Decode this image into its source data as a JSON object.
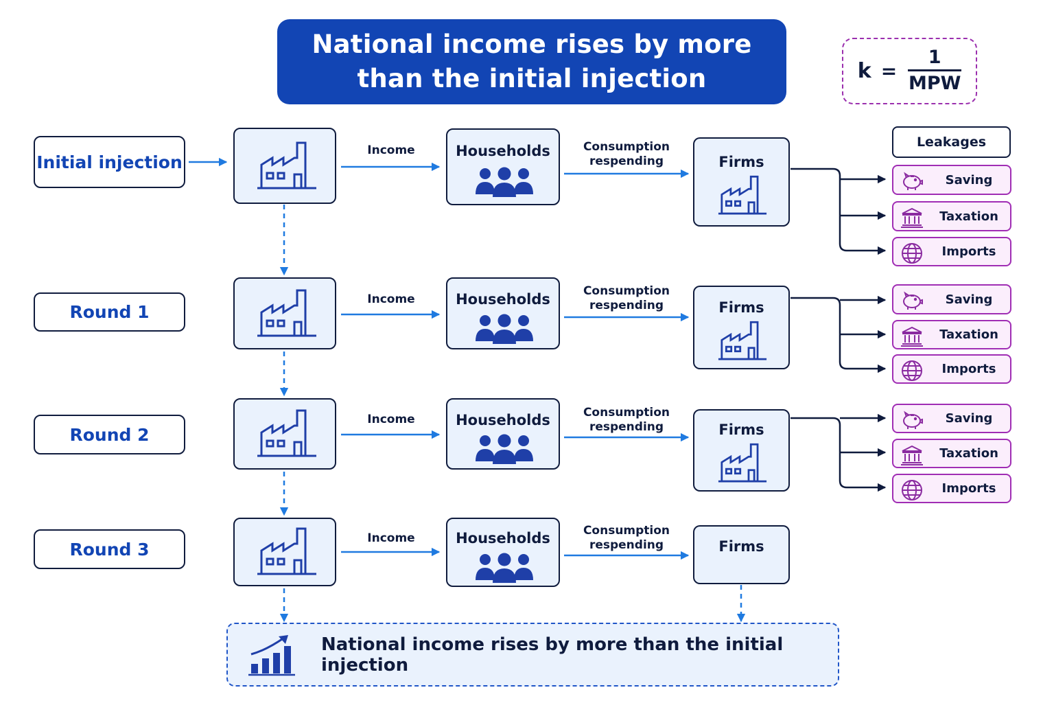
{
  "title": {
    "line1": "National income rises by more",
    "line2": "than the initial injection"
  },
  "formula": {
    "lhs": "k",
    "equals": "=",
    "numerator": "1",
    "denominator": "MPW"
  },
  "rows": [
    {
      "label": "Initial injection",
      "income": "Income",
      "households": "Households",
      "consumption": [
        "Consumption",
        "respending"
      ],
      "firms": "Firms"
    },
    {
      "label": "Round 1",
      "income": "Income",
      "households": "Households",
      "consumption": [
        "Consumption",
        "respending"
      ],
      "firms": "Firms"
    },
    {
      "label": "Round 2",
      "income": "Income",
      "households": "Households",
      "consumption": [
        "Consumption",
        "respending"
      ],
      "firms": "Firms"
    },
    {
      "label": "Round 3",
      "income": "Income",
      "households": "Households",
      "consumption": [
        "Consumption",
        "respending"
      ],
      "firms": "Firms"
    }
  ],
  "leakages": {
    "header": "Leakages",
    "groups": [
      [
        "Saving",
        "Taxation",
        "Imports"
      ],
      [
        "Saving",
        "Taxation",
        "Imports"
      ],
      [
        "Saving",
        "Taxation",
        "Imports"
      ]
    ],
    "icons": [
      "piggy-bank-icon",
      "bank-building-icon",
      "globe-icon"
    ]
  },
  "result": {
    "text": "National income rises by more than the initial injection",
    "icon": "bar-chart-growth-icon"
  },
  "colors": {
    "title_bg": "#1245b4",
    "label_text": "#1245b4",
    "arrow_blue": "#1f7ae0",
    "box_bg": "#eaf2fd",
    "dark": "#0f1b3d",
    "leak_border": "#a02db4",
    "leak_bg": "#fbeefc",
    "icon_blue": "#1f3fa8",
    "icon_purple": "#8a2aa0"
  }
}
